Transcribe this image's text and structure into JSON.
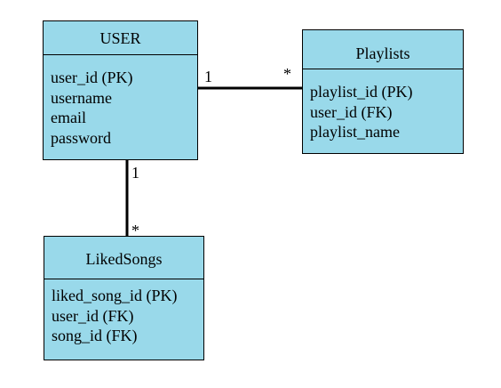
{
  "colors": {
    "entity_fill": "#99d9ea",
    "line": "#000000",
    "background": "#ffffff"
  },
  "entities": {
    "user": {
      "title": "USER",
      "attributes": [
        "user_id (PK)",
        "username",
        "email",
        "password"
      ]
    },
    "playlists": {
      "title": "Playlists",
      "attributes": [
        "playlist_id (PK)",
        "user_id (FK)",
        "playlist_name"
      ]
    },
    "liked_songs": {
      "title": "LikedSongs",
      "attributes": [
        "liked_song_id (PK)",
        "user_id (FK)",
        "song_id (FK)"
      ]
    }
  },
  "relationships": {
    "user_playlists": {
      "from": "USER",
      "to": "Playlists",
      "from_multiplicity": "1",
      "to_multiplicity": "*"
    },
    "user_liked_songs": {
      "from": "USER",
      "to": "LikedSongs",
      "from_multiplicity": "1",
      "to_multiplicity": "*"
    }
  }
}
